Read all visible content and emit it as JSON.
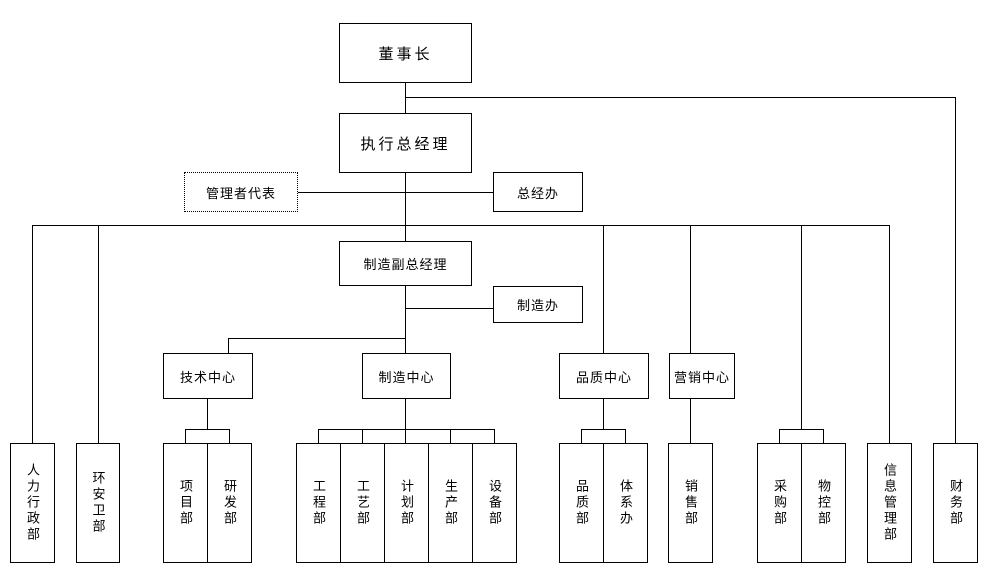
{
  "page": {
    "background_color": "#ffffff",
    "line_color": "#000000",
    "text_color": "#000000"
  },
  "org": {
    "chairman": "董事长",
    "executive_gm": "执行总经理",
    "management_rep": "管理者代表",
    "gm_office": "总经办",
    "manufacturing_deputy_gm": "制造副总经理",
    "manufacturing_office": "制造办",
    "tech_center": "技术中心",
    "manufacturing_center": "制造中心",
    "quality_center": "品质中心",
    "marketing_center": "营销中心",
    "hr_admin_dept": "人力行政部",
    "ehs_dept": "环安卫部",
    "project_dept": "项目部",
    "rd_dept": "研发部",
    "engineering_dept": "工程部",
    "process_dept": "工艺部",
    "planning_dept": "计划部",
    "production_dept": "生产部",
    "equipment_dept": "设备部",
    "quality_dept": "品质部",
    "system_office": "体系办",
    "sales_dept": "销售部",
    "purchasing_dept": "采购部",
    "material_control_dept": "物控部",
    "info_mgmt_dept": "信息管理部",
    "finance_dept": "财务部"
  }
}
